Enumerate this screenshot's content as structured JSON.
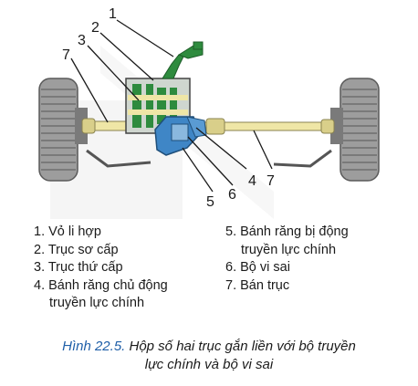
{
  "diagram": {
    "callouts": [
      "1",
      "2",
      "3",
      "7",
      "4",
      "7",
      "5",
      "6"
    ]
  },
  "legend": {
    "left": [
      "1. Vỏ li hợp",
      "2. Trục sơ cấp",
      "3. Trục thứ cấp",
      "4. Bánh răng chủ động",
      "truyền lực chính"
    ],
    "right": [
      "5. Bánh răng bị động",
      "truyền lực chính",
      "6. Bộ vi sai",
      "7. Bán trục"
    ]
  },
  "caption": {
    "figure": "Hình 22.5.",
    "line1": "Hộp số hai trục gắn liền với bộ truyền",
    "line2": "lực chính và bộ vi sai"
  },
  "colors": {
    "gear_green": "#2e8b3e",
    "shaft_yellow": "#efe6a6",
    "diff_blue": "#3f86c6",
    "tire_gray": "#a9a9a9",
    "figure_label": "#1f5fa8"
  }
}
